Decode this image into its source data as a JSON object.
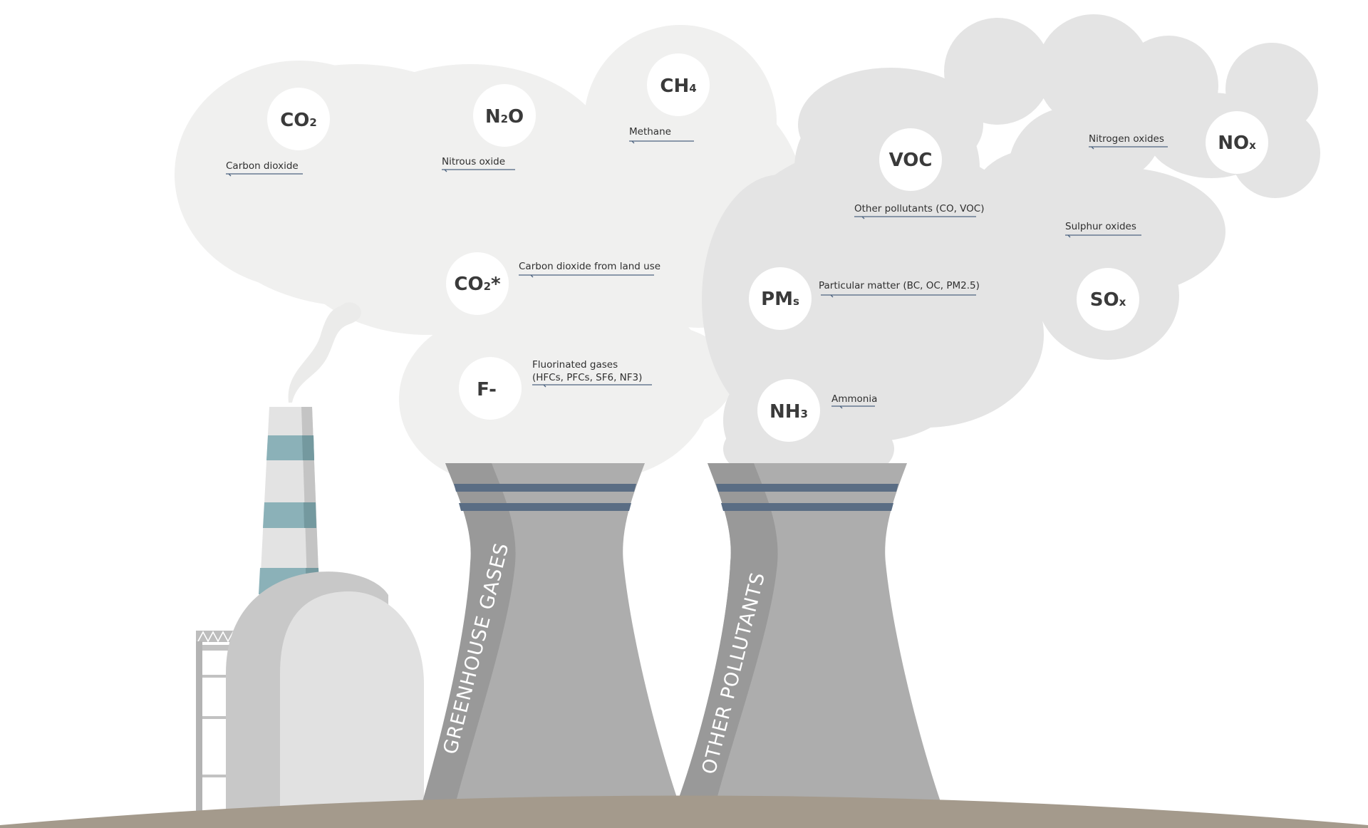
{
  "towers": {
    "left_label": "GREENHOUSE GASES",
    "right_label": "OTHER POLLUTANTS"
  },
  "pollutants": {
    "co2": {
      "f": "CO",
      "s": "2",
      "t": "",
      "caption": "Carbon dioxide"
    },
    "n2o": {
      "f": "N",
      "s": "2",
      "t": "O",
      "caption": "Nitrous oxide"
    },
    "ch4": {
      "f": "CH",
      "s": "4",
      "t": "",
      "caption": "Methane"
    },
    "co2_land": {
      "f": "CO",
      "s": "2",
      "t": "*",
      "caption": "Carbon dioxide from land use"
    },
    "f_gases": {
      "f": "F-",
      "s": "",
      "t": "",
      "caption_line1": "Fluorinated gases",
      "caption_line2": "(HFCs, PFCs, SF6, NF3)"
    },
    "voc": {
      "f": "VOC",
      "s": "",
      "t": "",
      "caption": "Other pollutants (CO, VOC)"
    },
    "pms": {
      "f": "PM",
      "s": "s",
      "t": "",
      "caption": "Particular matter (BC, OC, PM2.5)"
    },
    "nh3": {
      "f": "NH",
      "s": "3",
      "t": "",
      "caption": "Ammonia"
    },
    "nox": {
      "f": "NO",
      "s": "x",
      "t": "",
      "caption": "Nitrogen oxides"
    },
    "sox": {
      "f": "SO",
      "s": "x",
      "t": "",
      "caption": "Sulphur oxides"
    }
  },
  "colors": {
    "cloud_light": "#f0f0ef",
    "cloud_medium": "#e4e4e4",
    "tower": "#adadad",
    "tower_shadow": "#999999",
    "stripe": "#5a6d84",
    "ground": "#a49a8c",
    "chimney_band": "#8bb1b8"
  }
}
